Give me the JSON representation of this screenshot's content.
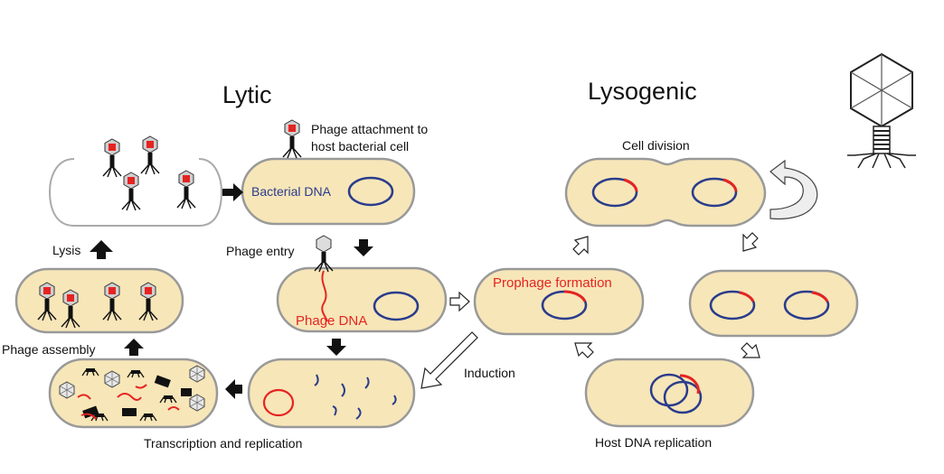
{
  "titles": {
    "lytic": "Lytic",
    "lysogenic": "Lysogenic"
  },
  "labels": {
    "attachment_line1": "Phage attachment to",
    "attachment_line2": "host bacterial cell",
    "bacterial_dna": "Bacterial DNA",
    "phage_entry": "Phage entry",
    "phage_dna": "Phage DNA",
    "lysis": "Lysis",
    "phage_assembly": "Phage assembly",
    "transcription": "Transcription and replication",
    "induction": "Induction",
    "prophage": "Prophage formation",
    "cell_division": "Cell division",
    "host_replication": "Host DNA replication"
  },
  "colors": {
    "cell_fill": "#f7e6b8",
    "cell_border": "#9a9a9a",
    "bacterial_dna": "#2a3c8c",
    "phage_dna": "#e52421",
    "arrow": "#111111"
  },
  "icons": [
    "bacteriophage-icon",
    "solid-arrow-icon",
    "hollow-arrow-icon",
    "curved-arrow-icon"
  ]
}
